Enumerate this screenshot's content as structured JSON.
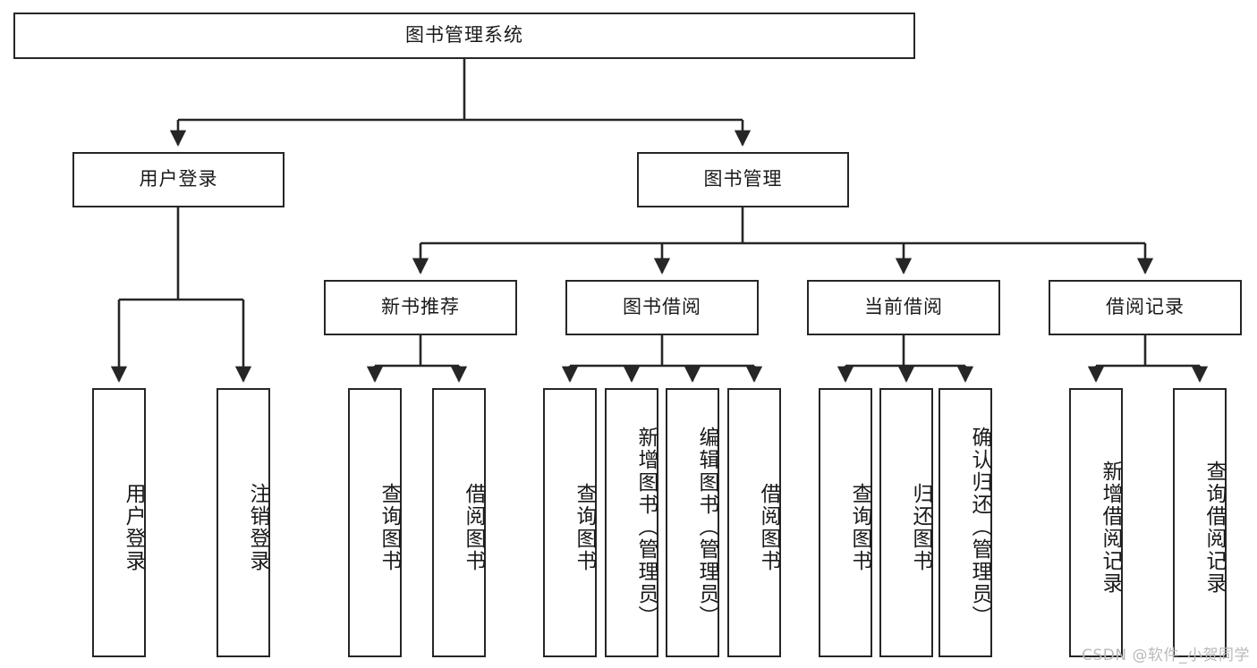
{
  "diagram": {
    "title": "图书管理系统",
    "type": "hierarchy-tree",
    "watermark": "CSDN @软件_小贺同学",
    "colors": {
      "stroke": "#262626",
      "background": "#ffffff",
      "text": "#1a1a1a",
      "watermark": "#b9b9b9"
    },
    "nodes": {
      "root": {
        "label": "图书管理系统"
      },
      "level1": [
        {
          "label": "用户登录"
        },
        {
          "label": "图书管理"
        }
      ],
      "level2": [
        {
          "label": "新书推荐"
        },
        {
          "label": "图书借阅"
        },
        {
          "label": "当前借阅"
        },
        {
          "label": "借阅记录"
        }
      ],
      "leaves": {
        "user_login": [
          {
            "label": "用户登录"
          },
          {
            "label": "注销登录"
          }
        ],
        "new_book_recommend": [
          {
            "label": "查询图书"
          },
          {
            "label": "借阅图书"
          }
        ],
        "book_borrow": [
          {
            "label": "查询图书"
          },
          {
            "label": "新增图书（管理员）"
          },
          {
            "label": "编辑图书（管理员）"
          },
          {
            "label": "借阅图书"
          }
        ],
        "current_borrow": [
          {
            "label": "查询图书"
          },
          {
            "label": "归还图书"
          },
          {
            "label": "确认归还（管理员）"
          }
        ],
        "borrow_record": [
          {
            "label": "新增借阅记录"
          },
          {
            "label": "查询借阅记录"
          }
        ]
      }
    }
  }
}
